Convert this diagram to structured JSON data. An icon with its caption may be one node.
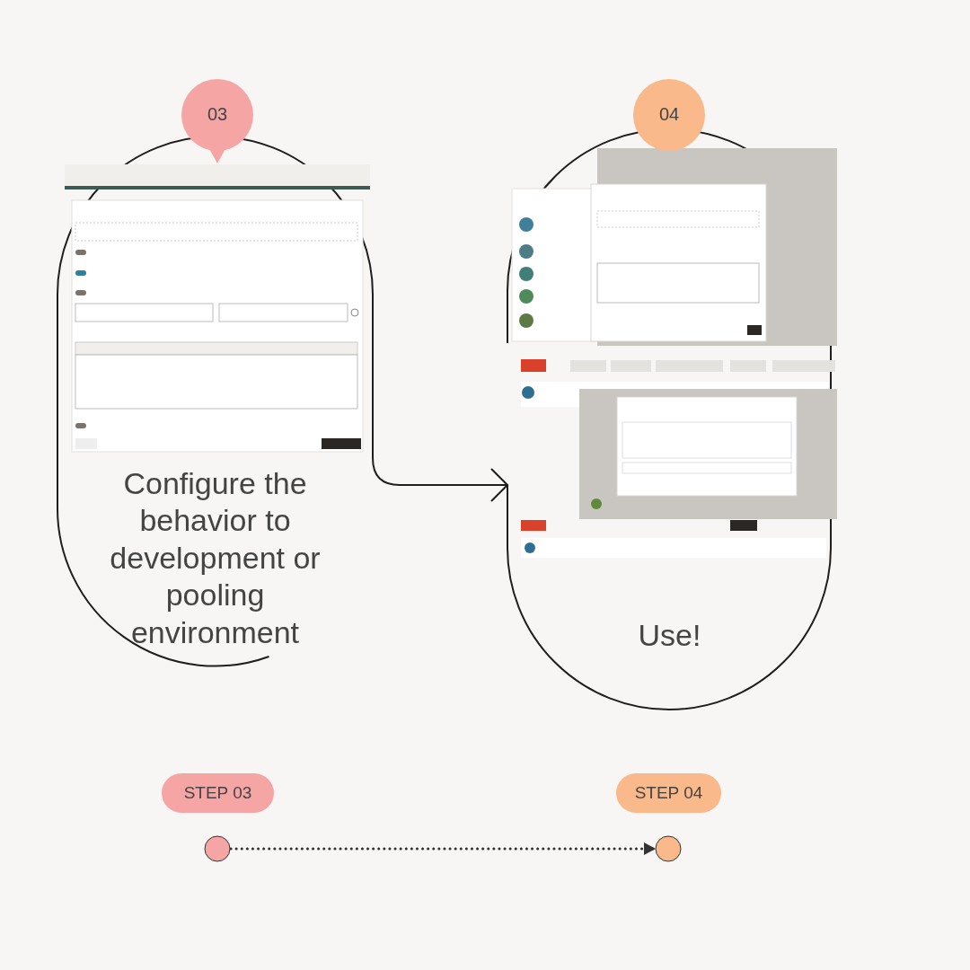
{
  "diagram": {
    "nodes": [
      {
        "text": [
          "03"
        ]
      },
      {
        "text": [
          "Configure the behavior to development or pooling environment"
        ]
      },
      {
        "text": [],
        "shape": "picture",
        "in": 1
      },
      {
        "text": [
          "04"
        ]
      },
      {
        "text": [
          "Use!"
        ]
      },
      {
        "text": [],
        "shape": "picture",
        "in": 4
      },
      {
        "text": [
          "STEP 03"
        ]
      },
      {
        "text": [
          "STEP 04"
        ]
      },
      {
        "text": [],
        "shape": "circle"
      },
      {
        "text": [],
        "shape": "circle"
      }
    ],
    "edges": [
      {
        "from": 1,
        "to": 4,
        "arrow": "to"
      },
      {
        "from": 8,
        "to": 9,
        "arrow": "to",
        "style": "dashed"
      }
    ]
  }
}
